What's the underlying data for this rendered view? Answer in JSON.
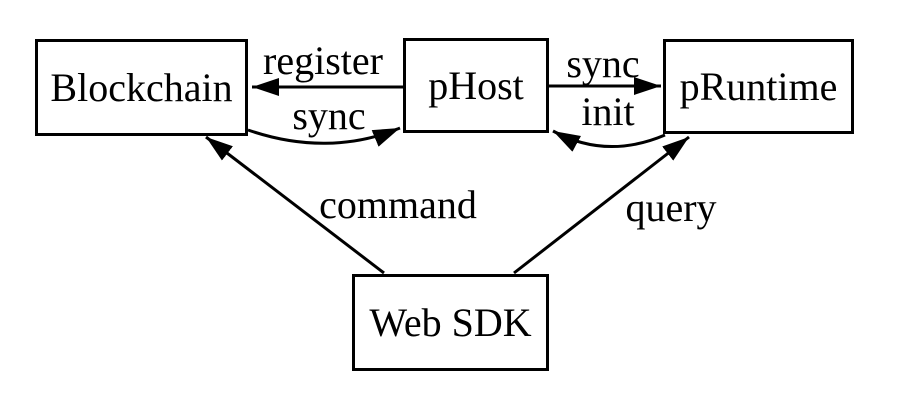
{
  "diagram": {
    "colors": {
      "background": "#ffffff",
      "stroke": "#000000",
      "text": "#000000"
    },
    "nodes": [
      {
        "id": "blockchain",
        "label": "Blockchain"
      },
      {
        "id": "phost",
        "label": "pHost"
      },
      {
        "id": "pruntime",
        "label": "pRuntime"
      },
      {
        "id": "websdk",
        "label": "Web SDK"
      }
    ],
    "edges": [
      {
        "label": "register",
        "from": "pHost",
        "to": "Blockchain",
        "style": "straight-arrow"
      },
      {
        "label": "sync",
        "from": "Blockchain",
        "to": "pHost",
        "style": "curved-arrow"
      },
      {
        "label": "sync",
        "from": "pHost",
        "to": "pRuntime",
        "style": "straight-arrow"
      },
      {
        "label": "init",
        "from": "pRuntime",
        "to": "pHost",
        "style": "curved-arrow"
      },
      {
        "label": "command",
        "from": "Web SDK",
        "to": "Blockchain",
        "style": "straight-arrow"
      },
      {
        "label": "query",
        "from": "Web SDK",
        "to": "pRuntime",
        "style": "straight-arrow"
      }
    ]
  }
}
